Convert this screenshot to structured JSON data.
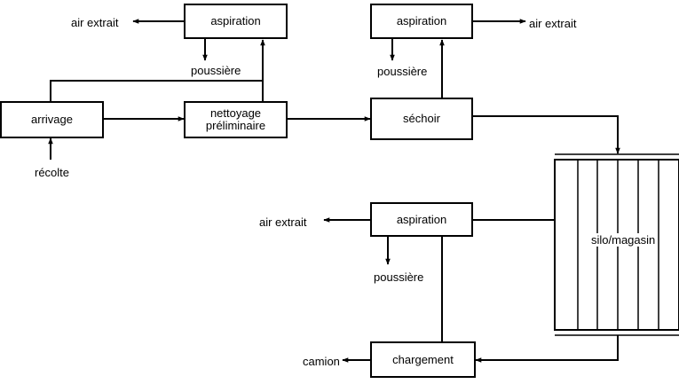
{
  "boxes": {
    "aspiration_1": "aspiration",
    "aspiration_2": "aspiration",
    "aspiration_3": "aspiration",
    "arrivage": "arrivage",
    "nettoyage_line1": "nettoyage",
    "nettoyage_line2": "préliminaire",
    "sechoir": "séchoir",
    "chargement": "chargement",
    "silo": "silo/magasin"
  },
  "labels": {
    "air_extrait_1": "air extrait",
    "air_extrait_2": "air extrait",
    "air_extrait_3": "air extrait",
    "poussiere_1": "poussière",
    "poussiere_2": "poussière",
    "poussiere_3": "poussière",
    "recolte": "récolte",
    "camion": "camion"
  }
}
